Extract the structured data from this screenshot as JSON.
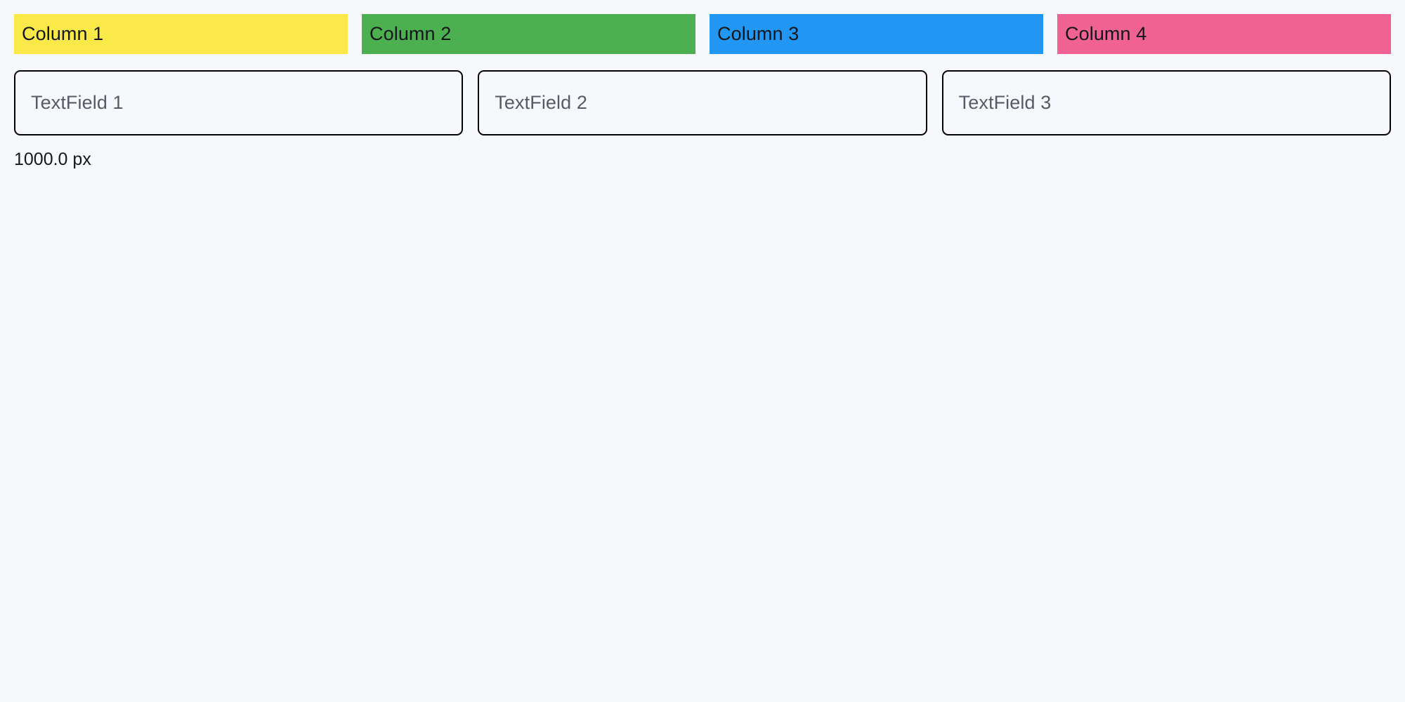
{
  "page": {
    "background_color": "#f7f8fc",
    "text_color": "#15171c"
  },
  "columns": {
    "items": [
      {
        "label": "Column 1",
        "color": "#fbe94a"
      },
      {
        "label": "Column 2",
        "color": "#4caf50"
      },
      {
        "label": "Column 3",
        "color": "#2196f3"
      },
      {
        "label": "Column 4",
        "color": "#f06292"
      }
    ]
  },
  "textfields": {
    "items": [
      {
        "placeholder": "TextField 1",
        "value": ""
      },
      {
        "placeholder": "TextField 2",
        "value": ""
      },
      {
        "placeholder": "TextField 3",
        "value": ""
      }
    ],
    "border_color": "#000000",
    "placeholder_color": "#565b66"
  },
  "readout": {
    "label": "1000.0 px"
  }
}
